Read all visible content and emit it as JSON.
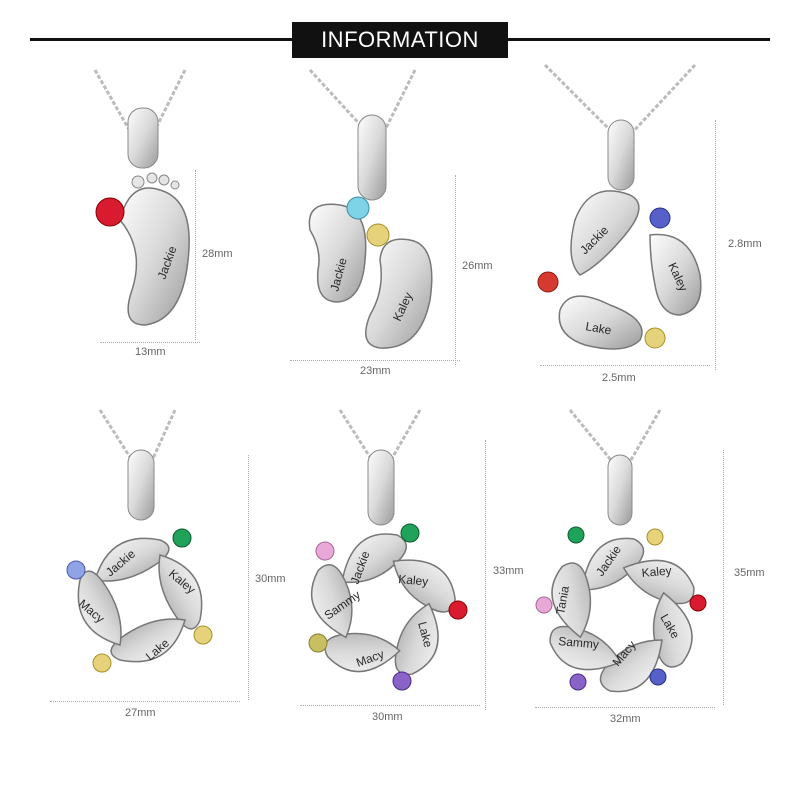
{
  "header": {
    "title": "INFORMATION"
  },
  "products": [
    {
      "names": [
        "Jackie"
      ],
      "height": "28mm",
      "width": "13mm",
      "stones": [
        "#d81b2e"
      ]
    },
    {
      "names": [
        "Jackie",
        "Kaley"
      ],
      "height": "26mm",
      "width": "23mm",
      "stones": [
        "#7fd3e6",
        "#e5d27a"
      ]
    },
    {
      "names": [
        "Jackie",
        "Kaley",
        "Lake"
      ],
      "height": "2.8mm",
      "width": "2.5mm",
      "stones": [
        "#5560c9",
        "#d63a2f",
        "#e5d27a"
      ]
    },
    {
      "names": [
        "Jackie",
        "Kaley",
        "Lake",
        "Macy"
      ],
      "height": "30mm",
      "width": "27mm",
      "stones": [
        "#1fa35a",
        "#e5d27a",
        "#e5d27a",
        "#8fa3e6"
      ]
    },
    {
      "names": [
        "Jackie",
        "Kaley",
        "Lake",
        "Macy",
        "Sammy"
      ],
      "height": "33mm",
      "width": "30mm",
      "stones": [
        "#1fa35a",
        "#d81b2e",
        "#8a63c9",
        "#c8c060",
        "#e8a8d8"
      ]
    },
    {
      "names": [
        "Jackie",
        "Kaley",
        "Lake",
        "Macy",
        "Sammy",
        "Tania"
      ],
      "height": "35mm",
      "width": "32mm",
      "stones": [
        "#e5d27a",
        "#d81b2e",
        "#5560c9",
        "#8a63c9",
        "#e8a8d8",
        "#1fa35a"
      ]
    }
  ]
}
